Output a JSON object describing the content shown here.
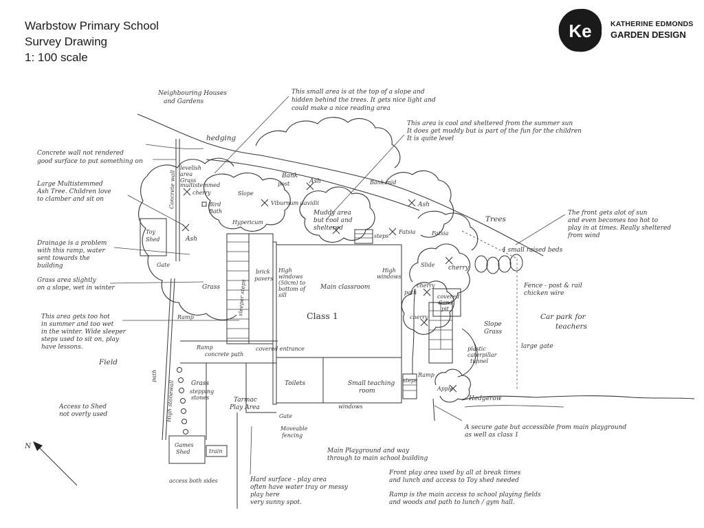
{
  "header": {
    "title": "Warbstow Primary School",
    "subtitle": "Survey Drawing",
    "scale": "1: 100 scale"
  },
  "logo": {
    "monogram": "Ke",
    "line1": "KATHERINE EDMONDS",
    "line2": "GARDEN DESIGN"
  },
  "compass": {
    "label": "N"
  },
  "labels": {
    "neighbouring_1": "Neighbouring Houses",
    "neighbouring_2": "and Gardens",
    "hedging": "hedging",
    "top_note_1": "This small area is at the top of a slope and",
    "top_note_2": "hidden behind the trees. It gets nice light and",
    "top_note_3": "could make a nice reading area",
    "cool_note_1": "This area is cool and sheltered from the summer sun",
    "cool_note_2": "It does get muddy but is part of the fun for the children",
    "cool_note_3": "It is quite level",
    "wall_note_1": "Concrete wall not rendered",
    "wall_note_2": "good surface to put something on",
    "ash_tree_1": "Large Multistemmed",
    "ash_tree_2": "Ash Tree. Children love",
    "ash_tree_3": "to clamber and sit on",
    "drainage_1": "Drainage is a problem",
    "drainage_2": "with this ramp, water",
    "drainage_3": "sent towards the",
    "drainage_4": "building",
    "grass_slope_1": "Grass area slightly",
    "grass_slope_2": "on a slope, wet in winter",
    "hot_area_1": "This area gets too hot",
    "hot_area_2": "in summer and too wet",
    "hot_area_3": "in the winter. Wide sleeper",
    "hot_area_4": "steps used to sit on, play",
    "hot_area_5": "have lessons.",
    "field": "Field",
    "shed_access_1": "Access to Shed",
    "shed_access_2": "not overly used",
    "front_sun_1": "The front gets alot of sun",
    "front_sun_2": "and even becomes too hot to",
    "front_sun_3": "play in at times. Really sheltered",
    "front_sun_4": "from wind",
    "trees": "Trees",
    "raised_beds": "4 small raised beds",
    "fence_1": "Fence - post & rail",
    "fence_2": "chicken wire",
    "car_park_1": "Car park for",
    "car_park_2": "teachers",
    "large_gate": "large gate",
    "secure_gate_1": "A secure gate but accessible from main playground",
    "secure_gate_2": "as well as class 1",
    "main_playground_1": "Main Playground and way",
    "main_playground_2": "through to main school building",
    "front_play_1": "Front play area used by all at break times",
    "front_play_2": "and lunch and access to Toy shed needed",
    "ramp_access_1": "Ramp is the main access to school playing fields",
    "ramp_access_2": "and woods and path to lunch / gym hall.",
    "hard_surface_1": "Hard surface - play area",
    "hard_surface_2": "often have water tray or messy",
    "hard_surface_3": "play here",
    "hard_surface_4": "very sunny spot.",
    "bank": "Bank",
    "bank_mid": "Bank mid",
    "post": "post",
    "ash_a": "Ash",
    "ash_b": "Ash",
    "ash_c": "Ash",
    "levelish_1": "levelish",
    "levelish_2": "area",
    "levelish_3": "Grass",
    "multistem_1": "multistemmed",
    "multistem_2": "cherry",
    "slope": "Slope",
    "bird_1": "Bird",
    "bird_2": "Bath",
    "viburnum": "Viburnum davidii",
    "hypericum": "Hypericum",
    "muddy_1": "Muddy area",
    "muddy_2": "but cool and",
    "muddy_3": "sheltered",
    "steps_top": "steps",
    "fatsia_a": "Fatsia",
    "fatsia_b": "Fatsia",
    "toy_1": "Toy",
    "toy_2": "Shed",
    "gate_left": "Gate",
    "grass_left": "Grass",
    "brick_1": "brick",
    "brick_2": "pavers",
    "sleeper_steps": "sleeper steps",
    "high_windows_left_1": "High",
    "high_windows_left_2": "windows",
    "high_windows_left_3": "(50cm) to",
    "high_windows_left_4": "bottom of",
    "high_windows_left_5": "sill",
    "main_classroom": "Main classroom",
    "high_windows_right_1": "High",
    "high_windows_right_2": "windows",
    "class_1": "Class 1",
    "covered_entrance": "covered entrance",
    "toilets": "Toilets",
    "small_teaching_1": "Small teaching",
    "small_teaching_2": "room",
    "windows": "windows",
    "steps_right": "steps",
    "ramp_right": "Ramp",
    "path_right": "path",
    "slide": "Slide",
    "cherry_1": "cherry",
    "cherry_2": "cherry",
    "cherry_3": "cherry",
    "covered_sand_1": "covered",
    "covered_sand_2": "Sand",
    "covered_sand_3": "pit",
    "slope_grass_1": "Slope",
    "slope_grass_2": "Grass",
    "caterpillar_1": "plastic",
    "caterpillar_2": "caterpillar",
    "caterpillar_3": "tunnel",
    "apple": "Apple",
    "hedgerow": "Hedgerow",
    "ramp_left": "Ramp",
    "ramp_concrete": "Ramp",
    "concrete_path": "concrete path",
    "grass_lower": "Grass",
    "stepping_1": "stepping",
    "stepping_2": "stones",
    "tarmac_1": "Tarmac",
    "tarmac_2": "Play Area",
    "gate_lower": "Gate",
    "moveable_1": "Moveable",
    "moveable_2": "fencing",
    "games_1": "Games",
    "games_2": "Shed",
    "train": "train",
    "access_both": "access both sides",
    "path_left": "path",
    "high_stonewall": "High stonewall",
    "concrete_wall": "Concrete wall"
  }
}
